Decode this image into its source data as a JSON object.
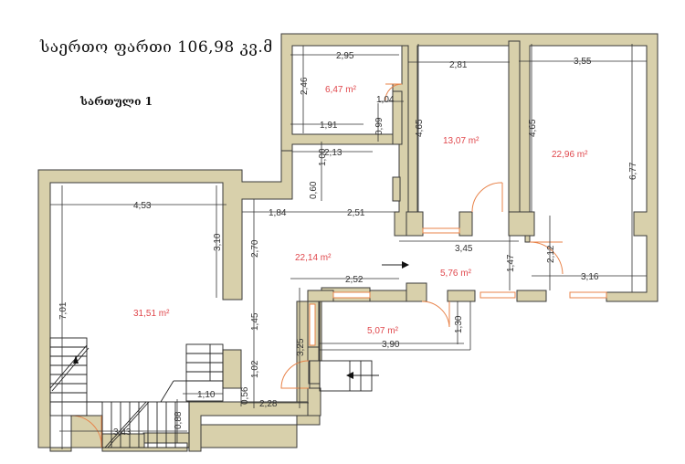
{
  "header": {
    "total_area": "საერთო ფართი 106,98 კვ.მ",
    "floor_label": "სართული 1"
  },
  "colors": {
    "wall_fill": "#d8d0ab",
    "wall_stroke": "#3a3a3a",
    "area_text": "#e0474c",
    "door_window": "#e8834a",
    "dimension_line": "#333333"
  },
  "rooms": [
    {
      "id": "room-small-top",
      "area": "6,47 m²"
    },
    {
      "id": "room-middle-top",
      "area": "13,07 m²"
    },
    {
      "id": "room-right-top",
      "area": "22,96 m²"
    },
    {
      "id": "room-left-large",
      "area": "31,51 m²"
    },
    {
      "id": "room-hall",
      "area": "22,14 m²"
    },
    {
      "id": "room-corridor",
      "area": "5,76 m²"
    },
    {
      "id": "room-bottom-small",
      "area": "5,07 m²"
    }
  ],
  "dimensions": {
    "d295": "2,95",
    "d246": "2,46",
    "d104": "1,04",
    "d191": "1,91",
    "d099": "0,99",
    "d281": "2,81",
    "d465a": "4,65",
    "d355": "3,55",
    "d465b": "4,65",
    "d677": "6,77",
    "d213": "2,13",
    "d100": "1,00",
    "d060": "0,60",
    "d184": "1,84",
    "d251": "2,51",
    "d453": "4,53",
    "d310": "3,10",
    "d270": "2,70",
    "d701": "7,01",
    "d345": "3,45",
    "d147": "1,47",
    "d212": "2,12",
    "d316": "3,16",
    "d252": "2,52",
    "d145": "1,45",
    "d325": "3,25",
    "d130": "1,30",
    "d390": "3,90",
    "d102": "1,02",
    "d110": "1,10",
    "d056": "0,56",
    "d228": "2,28",
    "d088": "0,88",
    "d343": "3,43"
  }
}
